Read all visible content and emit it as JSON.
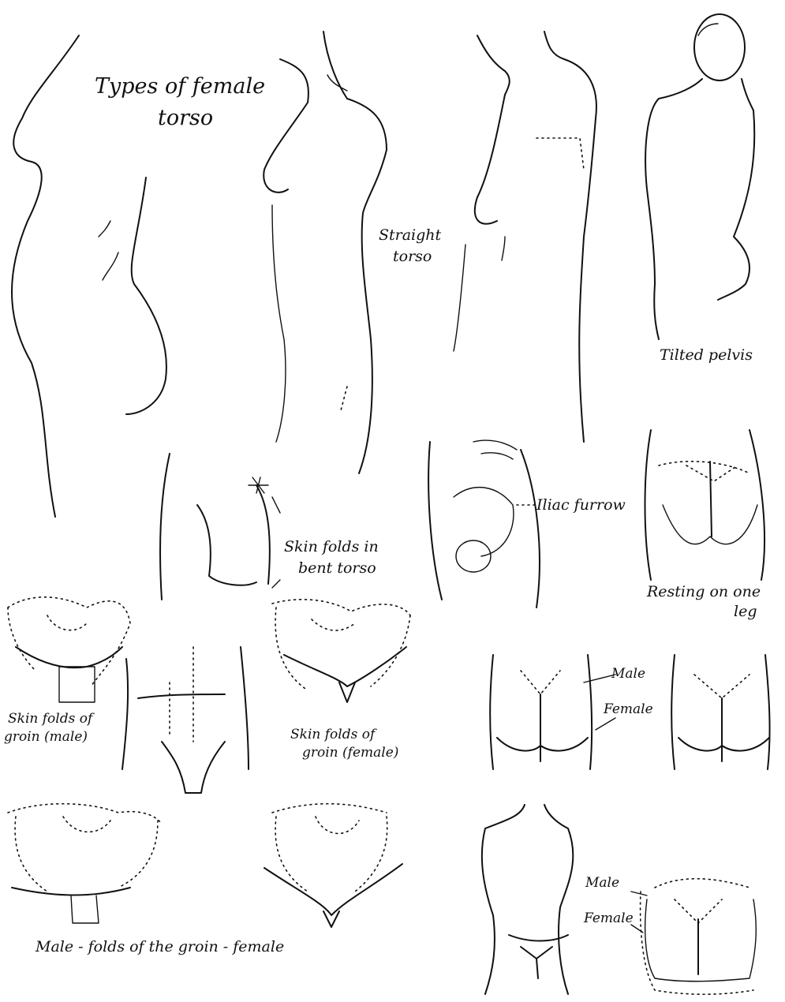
{
  "labels": {
    "title_line1": "Types of female",
    "title_line2": "torso",
    "straight_line1": "Straight",
    "straight_line2": "torso",
    "tilted": "Tilted pelvis",
    "iliac": "Iliac furrow",
    "skin_bent_line1": "Skin folds in",
    "skin_bent_line2": "bent torso",
    "resting_line1": "Resting on one",
    "resting_line2": "leg",
    "groin_male_line1": "Skin folds of",
    "groin_male_line2": "groin (male)",
    "groin_female_line1": "Skin folds of",
    "groin_female_line2": "groin (female)",
    "male_mid": "Male",
    "female_mid": "Female",
    "male_low": "Male",
    "female_low": "Female",
    "bottom_caption": "Male - folds of the groin - female"
  },
  "colors": {
    "ink": "#111111",
    "paper": "#ffffff"
  }
}
